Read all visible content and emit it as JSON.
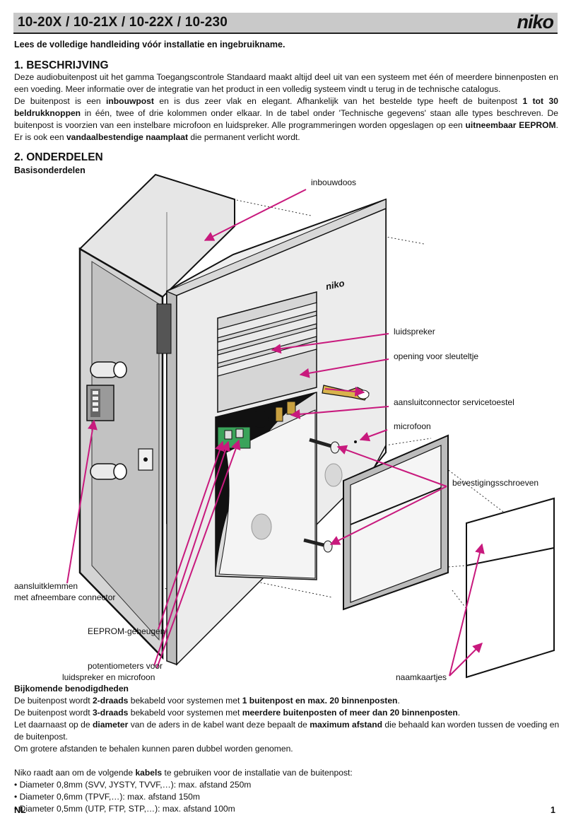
{
  "header": {
    "title": "10-20X / 10-21X / 10-22X / 10-230",
    "logo": "niko"
  },
  "intro": "Lees de volledige handleiding vóór installatie en ingebruikname.",
  "section1": {
    "heading": "1. BESCHRIJVING",
    "p1": "Deze audiobuitenpost uit het gamma Toegangscontrole Standaard maakt altijd deel uit van een systeem met één of meerdere binnenposten en een voeding. Meer informatie over de integratie van het product in een volledig systeem vindt u terug in de technische catalogus.",
    "p2_a": "De buitenpost is een ",
    "p2_b": "inbouwpost",
    "p2_c": " en is dus zeer vlak en elegant. Afhankelijk van het bestelde type heeft de buitenpost ",
    "p2_d": "1 tot 30 beldrukknoppen",
    "p2_e": " in één, twee of drie kolommen onder elkaar. In de tabel onder 'Technische gegevens' staan alle types beschreven. De buitenpost is voorzien van een instelbare microfoon en luidspreker. Alle programmeringen worden opgeslagen op een ",
    "p2_f": "uitneembaar EEPROM",
    "p2_g": ". Er is ook een ",
    "p2_h": "vandaalbestendige naamplaat",
    "p2_i": " die permanent verlicht wordt."
  },
  "section2": {
    "heading": "2. ONDERDELEN",
    "subheading": "Basisonderdelen"
  },
  "labels": {
    "inbouwdoos": "inbouwdoos",
    "luidspreker": "luidspreker",
    "opening": "opening voor sleuteltje",
    "connector": "aansluitconnector servicetoestel",
    "microfoon": "microfoon",
    "schroeven": "bevestigingsschroeven",
    "klemmen1": "aansluitklemmen",
    "klemmen2": "met afneembare connector",
    "eeprom": "EEPROM-geheugen",
    "pot1": "potentiometers voor",
    "pot2": "luidspreker en microfoon",
    "naamkaartjes": "naamkaartjes",
    "panel_logo": "niko"
  },
  "extras": {
    "heading": "Bijkomende benodigdheden",
    "l1_a": "De buitenpost wordt ",
    "l1_b": "2-draads",
    "l1_c": " bekabeld voor systemen met ",
    "l1_d": "1 buitenpost en max. 20 binnenposten",
    "l1_e": ".",
    "l2_a": "De buitenpost wordt ",
    "l2_b": "3-draads",
    "l2_c": " bekabeld  voor systemen met ",
    "l2_d": "meerdere buitenposten of meer dan 20 binnenposten",
    "l2_e": ".",
    "l3_a": "Let daarnaast op de ",
    "l3_b": "diameter",
    "l3_c": " van de aders in de kabel want deze bepaalt de ",
    "l3_d": "maximum afstand",
    "l3_e": " die behaald kan worden tussen de voeding en de buitenpost.",
    "l4": "Om grotere afstanden te behalen kunnen paren dubbel worden genomen.",
    "l5_a": "Niko raadt aan om de volgende ",
    "l5_b": "kabels",
    "l5_c": " te gebruiken voor de installatie van de buitenpost:",
    "bullets": [
      "• Diameter 0,8mm (SVV, JYSTY, TVVF,…): max. afstand 250m",
      "• Diameter 0,6mm (TPVF,…): max. afstand 150m",
      "• Diameter 0,5mm (UTP, FTP, STP,…): max. afstand 100m"
    ]
  },
  "footer": {
    "lang": "NL",
    "page": "1"
  },
  "colors": {
    "accent": "#c8197d",
    "header_bg": "#c9c9c9"
  }
}
